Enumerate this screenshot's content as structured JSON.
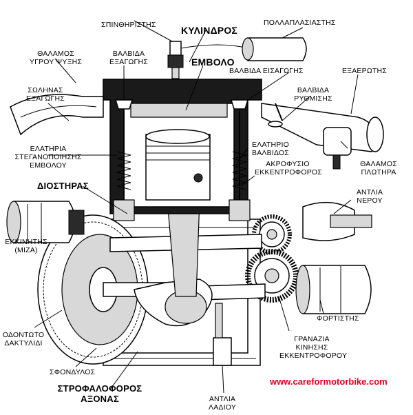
{
  "labels": {
    "spark_plug": "ΣΠΙΝΘΗΡΙΣΤΗΣ",
    "cylinder": "ΚΥΛΙΝΔΡΟΣ",
    "multiplier": "ΠΟΛΛΑΠΛΑΣΙΑΣΤΗΣ",
    "liquid_cooling_chamber_1": "ΘΑΛΑΜΟΣ",
    "liquid_cooling_chamber_2": "ΥΓΡΟΥ ΨΥΞΗΣ",
    "exhaust_valve_1": "ΒΑΛΒΙΔΑ",
    "exhaust_valve_2": "ΕΞΑΓΩΓΗΣ",
    "piston": "ΕΜΒΟΛΟ",
    "intake_valve": "ΒΑΛΒΙΔΑ ΕΙΣΑΓΩΓΗΣ",
    "carburetor": "ΕΞΑΕΡΩΤΗΣ",
    "exhaust_pipe_1": "ΣΩΛΗΝΑΣ",
    "exhaust_pipe_2": "ΕΞΑΓΩΓΗΣ",
    "control_valve_1": "ΒΑΛΒΙΔΑ",
    "control_valve_2": "ΡΥΘΜΙΣΗΣ",
    "piston_ring_1": "ΕΛΑΤΗΡΙΑ",
    "piston_ring_2": "ΣΤΕΓΑΝΟΠΟΙΗΣΗΣ",
    "piston_ring_3": "ΕΜΒΟΛΟΥ",
    "valve_spring_1": "ΕΛΑΤΗΡΙΟ",
    "valve_spring_2": "ΒΑΛΒΙΔΟΣ",
    "float_chamber_1": "ΘΑΛΑΜΟΣ",
    "float_chamber_2": "ΠΛΩΤΗΡΑ",
    "cam_tip_1": "ΑΚΡΟΦΥΣΙΟ",
    "cam_tip_2": "ΕΚΚΕΝΤΡΟΦΟΡΟΣ",
    "timing": "ΔΙΟΣΤΗΡΑΣ",
    "water_pump_1": "ΑΝΤΛΙΑ",
    "water_pump_2": "ΝΕΡΟΥ",
    "starter_1": "ΕΚΚΙΝΗΤΗΣ",
    "starter_2": "(ΜΙΖΑ)",
    "charger": "ΦΟΡΤΙΣΤΗΣ",
    "ring_gear_1": "ΟΔΟΝΤΩΤΟ",
    "ring_gear_2": "ΔΑΚΤΥΛΙΔΙ",
    "cam_gears_1": "ΓΡΑΝΑΖΙΑ",
    "cam_gears_2": "ΚΙΝΗΣΗΣ",
    "cam_gears_3": "ΕΚΚΕΝΤΡΟΦΟΡΟΥ",
    "flywheel": "ΣΦΟΝΔΥΛΟΣ",
    "crankshaft_1": "ΣΤΡΟΦΑΛΟΦΟΡΟΣ",
    "crankshaft_2": "ΑΞΟΝΑΣ",
    "oil_pump_1": "ΑΝΤΛΙΑ",
    "oil_pump_2": "ΛΑΔΙΟΥ"
  },
  "watermark": "www.careformotorbike.com",
  "colors": {
    "ink": "#000000",
    "url": "#e0001b",
    "background": "#ffffff"
  }
}
